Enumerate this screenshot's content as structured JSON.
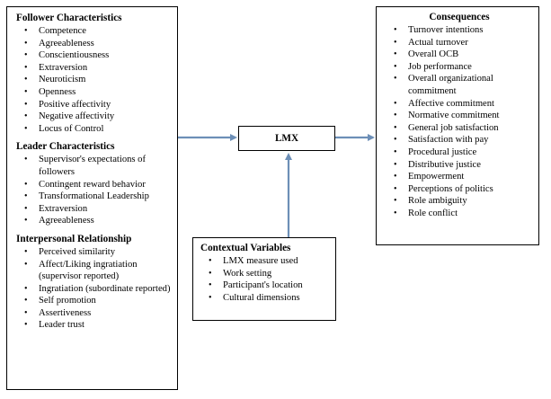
{
  "antecedents": {
    "follower": {
      "title": "Follower Characteristics",
      "items": [
        "Competence",
        "Agreeableness",
        "Conscientiousness",
        "Extraversion",
        "Neuroticism",
        "Openness",
        "Positive affectivity",
        "Negative affectivity",
        "Locus of Control"
      ]
    },
    "leader": {
      "title": "Leader Characteristics",
      "items": [
        "Supervisor's expectations of followers",
        "Contingent reward behavior",
        "Transformational Leadership",
        "Extraversion",
        "Agreeableness"
      ]
    },
    "interpersonal": {
      "title": "Interpersonal Relationship",
      "items": [
        "Perceived similarity",
        "Affect/Liking ingratiation (supervisor reported)",
        "Ingratiation (subordinate reported)",
        "Self promotion",
        "Assertiveness",
        "Leader trust"
      ]
    }
  },
  "center": {
    "label": "LMX"
  },
  "contextual": {
    "title": "Contextual Variables",
    "items": [
      "LMX measure used",
      "Work setting",
      "Participant's location",
      "Cultural dimensions"
    ]
  },
  "consequences": {
    "title": "Consequences",
    "items": [
      "Turnover intentions",
      "Actual turnover",
      "Overall OCB",
      "Job performance",
      "Overall organizational commitment",
      "Affective commitment",
      "Normative commitment",
      "General job satisfaction",
      "Satisfaction with pay",
      "Procedural justice",
      "Distributive justice",
      "Empowerment",
      "Perceptions of politics",
      "Role ambiguity",
      "Role conflict"
    ]
  },
  "colors": {
    "arrow": "#6d8fb7",
    "border": "#000000"
  }
}
